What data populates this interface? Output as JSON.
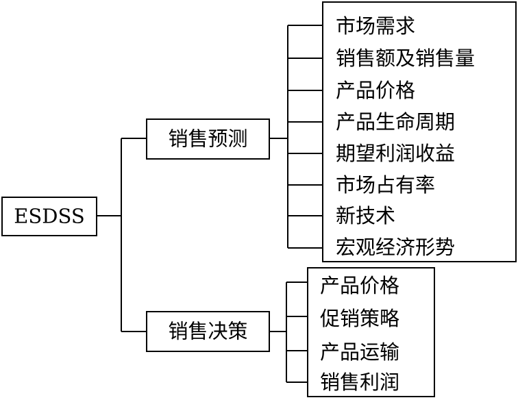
{
  "root": {
    "label": "ESDSS"
  },
  "branches": [
    {
      "label": "销售预测",
      "items": [
        "市场需求",
        "销售额及销售量",
        "产品价格",
        "产品生命周期",
        "期望利润收益",
        "市场占有率",
        "新技术",
        "宏观经济形势"
      ]
    },
    {
      "label": "销售决策",
      "items": [
        "产品价格",
        "促销策略",
        "产品运输",
        "销售利润"
      ]
    }
  ]
}
